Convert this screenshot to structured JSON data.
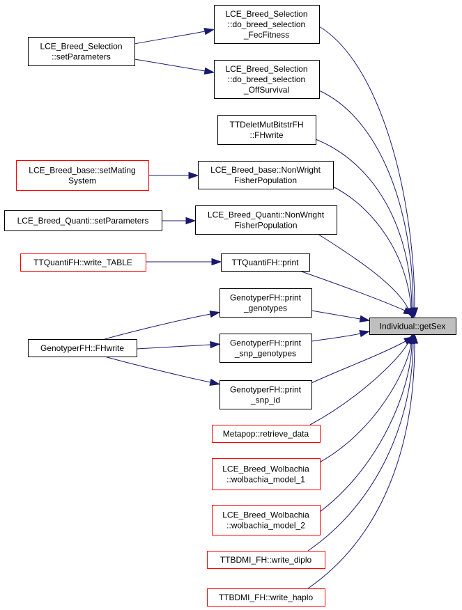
{
  "graph": {
    "colors": {
      "edge": "#191970",
      "border_default": "#000000",
      "border_red": "#ff0000",
      "fill_default": "#ffffff",
      "fill_target": "#bfbfbf"
    },
    "nodes": [
      {
        "id": "sel_fec",
        "lines": [
          "LCE_Breed_Selection",
          "::do_breed_selection",
          "_FecFitness"
        ],
        "style": "default"
      },
      {
        "id": "sel_setparams",
        "lines": [
          "LCE_Breed_Selection",
          "::setParameters"
        ],
        "style": "default"
      },
      {
        "id": "sel_off",
        "lines": [
          "LCE_Breed_Selection",
          "::do_breed_selection",
          "_OffSurvival"
        ],
        "style": "default"
      },
      {
        "id": "ttdelet",
        "lines": [
          "TTDeletMutBitstrFH",
          "::FHwrite"
        ],
        "style": "default"
      },
      {
        "id": "base_setmating",
        "lines": [
          "LCE_Breed_base::setMating",
          "System"
        ],
        "style": "red"
      },
      {
        "id": "base_nonwright",
        "lines": [
          "LCE_Breed_base::NonWright",
          "FisherPopulation"
        ],
        "style": "default"
      },
      {
        "id": "quanti_setparams",
        "lines": [
          "LCE_Breed_Quanti::setParameters"
        ],
        "style": "default"
      },
      {
        "id": "quanti_nonwright",
        "lines": [
          "LCE_Breed_Quanti::NonWright",
          "FisherPopulation"
        ],
        "style": "default"
      },
      {
        "id": "ttq_write_table",
        "lines": [
          "TTQuantiFH::write_TABLE"
        ],
        "style": "red"
      },
      {
        "id": "ttq_print",
        "lines": [
          "TTQuantiFH::print"
        ],
        "style": "default"
      },
      {
        "id": "geno_print_genotypes",
        "lines": [
          "GenotyperFH::print",
          "_genotypes"
        ],
        "style": "default"
      },
      {
        "id": "geno_fhwrite",
        "lines": [
          "GenotyperFH::FHwrite"
        ],
        "style": "default"
      },
      {
        "id": "geno_print_snp_genotypes",
        "lines": [
          "GenotyperFH::print",
          "_snp_genotypes"
        ],
        "style": "default"
      },
      {
        "id": "geno_print_snp_id",
        "lines": [
          "GenotyperFH::print",
          "_snp_id"
        ],
        "style": "default"
      },
      {
        "id": "metapop",
        "lines": [
          "Metapop::retrieve_data"
        ],
        "style": "red"
      },
      {
        "id": "wolb1",
        "lines": [
          "LCE_Breed_Wolbachia",
          "::wolbachia_model_1"
        ],
        "style": "red"
      },
      {
        "id": "wolb2",
        "lines": [
          "LCE_Breed_Wolbachia",
          "::wolbachia_model_2"
        ],
        "style": "red"
      },
      {
        "id": "ttbdmi_diplo",
        "lines": [
          "TTBDMI_FH::write_diplo"
        ],
        "style": "red"
      },
      {
        "id": "ttbdmi_haplo",
        "lines": [
          "TTBDMI_FH::write_haplo"
        ],
        "style": "red"
      },
      {
        "id": "getsex",
        "lines": [
          "Individual::getSex"
        ],
        "style": "target"
      }
    ],
    "edges": [
      {
        "from": "sel_setparams",
        "to": "sel_fec"
      },
      {
        "from": "sel_setparams",
        "to": "sel_off"
      },
      {
        "from": "base_setmating",
        "to": "base_nonwright"
      },
      {
        "from": "quanti_setparams",
        "to": "quanti_nonwright"
      },
      {
        "from": "ttq_write_table",
        "to": "ttq_print"
      },
      {
        "from": "geno_fhwrite",
        "to": "geno_print_genotypes"
      },
      {
        "from": "geno_fhwrite",
        "to": "geno_print_snp_genotypes"
      },
      {
        "from": "geno_fhwrite",
        "to": "geno_print_snp_id"
      },
      {
        "from": "sel_fec",
        "to": "getsex"
      },
      {
        "from": "sel_off",
        "to": "getsex"
      },
      {
        "from": "ttdelet",
        "to": "getsex"
      },
      {
        "from": "base_nonwright",
        "to": "getsex"
      },
      {
        "from": "quanti_nonwright",
        "to": "getsex"
      },
      {
        "from": "ttq_print",
        "to": "getsex"
      },
      {
        "from": "geno_print_genotypes",
        "to": "getsex"
      },
      {
        "from": "geno_print_snp_genotypes",
        "to": "getsex"
      },
      {
        "from": "geno_print_snp_id",
        "to": "getsex"
      },
      {
        "from": "metapop",
        "to": "getsex"
      },
      {
        "from": "wolb1",
        "to": "getsex"
      },
      {
        "from": "wolb2",
        "to": "getsex"
      },
      {
        "from": "ttbdmi_diplo",
        "to": "getsex"
      },
      {
        "from": "ttbdmi_haplo",
        "to": "getsex"
      }
    ]
  }
}
